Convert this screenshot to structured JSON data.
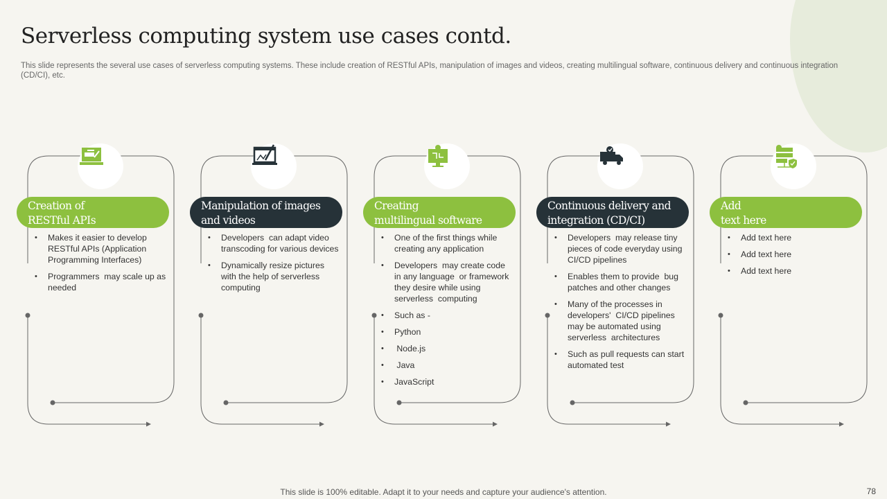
{
  "title": "Serverless computing system use cases contd.",
  "subtitle": "This slide represents the several use cases of serverless computing systems. These include creation of RESTful APIs,  manipulation of images and videos, creating multilingual software, continuous delivery and continuous integration (CD/CI), etc.",
  "colors": {
    "green": "#8dc03f",
    "dark": "#263238",
    "line": "#666666"
  },
  "cards": [
    {
      "icon": "laptop-code-icon",
      "theme": "green",
      "title_lines": [
        "Creation of",
        "RESTful APIs"
      ],
      "bullets": [
        "Makes it easier to develop RESTful APIs (Application Programming Interfaces)",
        "Programmers  may scale up as needed"
      ]
    },
    {
      "icon": "image-editing-icon",
      "theme": "dark",
      "title_lines": [
        "Manipulation of images",
        "and videos"
      ],
      "bullets": [
        "Developers  can adapt video transcoding for various devices",
        "Dynamically resize pictures with the help of serverless computing"
      ]
    },
    {
      "icon": "cloud-monitor-icon",
      "theme": "green",
      "title_lines": [
        "Creating",
        "multilingual software"
      ],
      "bullets": [
        "One of the first things while creating any application",
        "Developers  may create code in any language  or framework  they desire while using serverless  computing",
        "Such as -",
        "Python",
        " Node.js",
        " Java",
        "JavaScript"
      ]
    },
    {
      "icon": "delivery-truck-icon",
      "theme": "dark",
      "title_lines": [
        "Continuous delivery and",
        "integration (CD/CI)"
      ],
      "bullets": [
        "Developers  may release tiny pieces of code everyday using CI/CD pipelines",
        "Enables them to provide  bug patches and other changes",
        "Many of the processes in developers'  CI/CD pipelines may be automated using serverless  architectures",
        "Such as pull requests can start automated test"
      ]
    },
    {
      "icon": "server-shield-icon",
      "theme": "green",
      "title_lines": [
        "Add",
        "text here"
      ],
      "bullets": [
        "Add text here",
        "Add text here",
        "Add text here"
      ]
    }
  ],
  "footer": "This slide is 100% editable. Adapt it to your needs and capture your audience's attention.",
  "page_number": "78"
}
